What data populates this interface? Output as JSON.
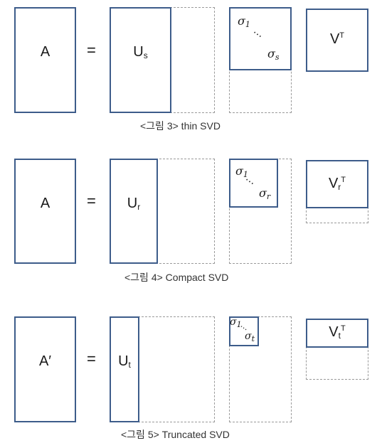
{
  "panels": [
    {
      "caption": "<그림 3> thin SVD",
      "matrix": "A",
      "equals": "=",
      "u_base": "U",
      "u_sub": "s",
      "sig_first_base": "σ",
      "sig_first_sub": "1",
      "sig_last_base": "σ",
      "sig_last_sub": "s",
      "v_base": "V",
      "v_sub": "",
      "v_sup": "T"
    },
    {
      "caption": "<그림 4> Compact SVD",
      "matrix": "A",
      "equals": "=",
      "u_base": "U",
      "u_sub": "r",
      "sig_first_base": "σ",
      "sig_first_sub": "1",
      "sig_last_base": "σ",
      "sig_last_sub": "r",
      "v_base": "V",
      "v_sub": "r",
      "v_sup": "T"
    },
    {
      "caption": "<그림 5> Truncated SVD",
      "matrix": "A′",
      "equals": "=",
      "u_base": "U",
      "u_sub": "t",
      "sig_first_base": "σ",
      "sig_first_sub": "1",
      "sig_last_base": "σ",
      "sig_last_sub": "t",
      "v_base": "V",
      "v_sub": "t",
      "v_sup": "T"
    }
  ],
  "colors": {
    "box_border": "#3d5c8a",
    "dashed_border": "#9a9a9a"
  }
}
